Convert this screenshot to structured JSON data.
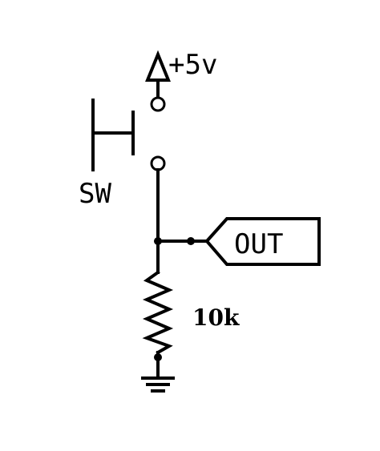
{
  "schematic": {
    "supply_label": "+5v",
    "switch_label": "SW",
    "output_label": "OUT",
    "resistor_label": "10k"
  }
}
